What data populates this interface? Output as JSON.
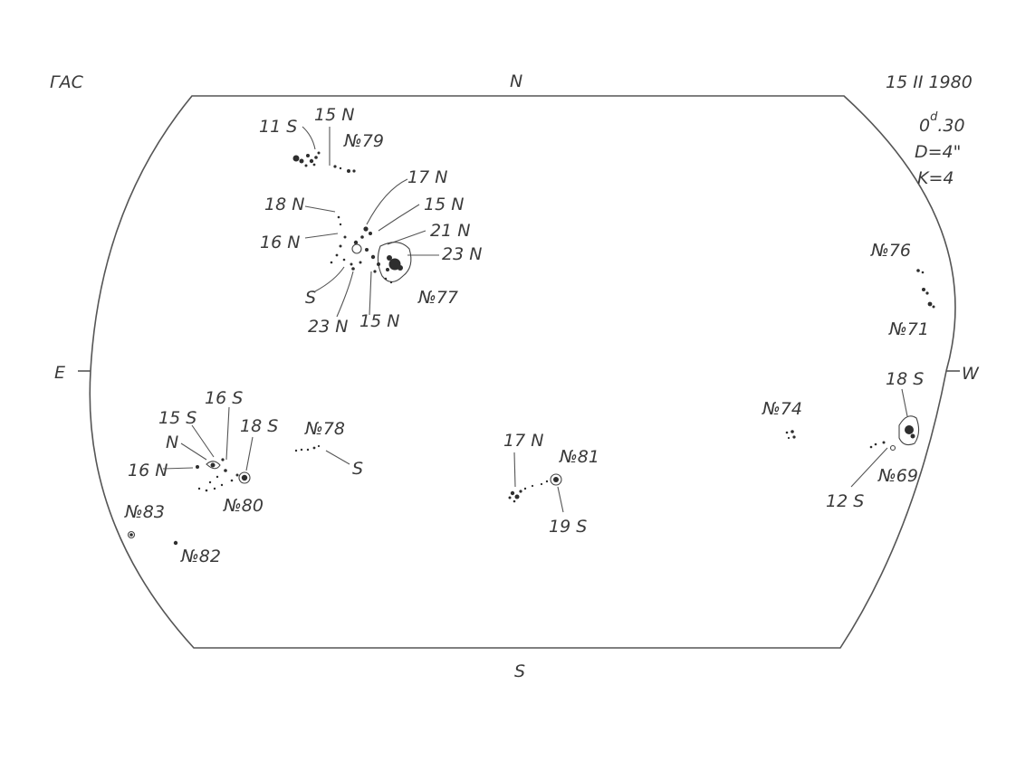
{
  "header": {
    "observatory": "ГАС",
    "date": "15  II 1980",
    "time_prefix": "0",
    "time_sup": "d",
    "time_suffix": ".30",
    "d_value": "D=4\"",
    "k_value": "K=4"
  },
  "directions": {
    "north": "N",
    "south": "S",
    "east": "E",
    "west": "W"
  },
  "groups": {
    "g79": {
      "number": "№79",
      "lat_a": "11 S",
      "lat_b": "15 N"
    },
    "g77": {
      "number": "№77",
      "labels": [
        "18 N",
        "16 N",
        "17 N",
        "15 N",
        "21 N",
        "23 N",
        "S",
        "23 N",
        "15 N"
      ]
    },
    "g76": {
      "number": "№76"
    },
    "g71": {
      "number": "№71"
    },
    "g69": {
      "number": "№69",
      "lat_a": "18 S",
      "lat_b": "12 S"
    },
    "g74": {
      "number": "№74"
    },
    "g81": {
      "number": "№81",
      "lat_a": "17 N",
      "lat_b": "19 S"
    },
    "g78": {
      "number": "№78",
      "lat_a": "S"
    },
    "g80": {
      "number": "№80",
      "labels": [
        "15 S",
        "16 S",
        "N",
        "18 S",
        "16 N"
      ]
    },
    "g83": {
      "number": "№83"
    },
    "g82": {
      "number": "№82"
    }
  }
}
